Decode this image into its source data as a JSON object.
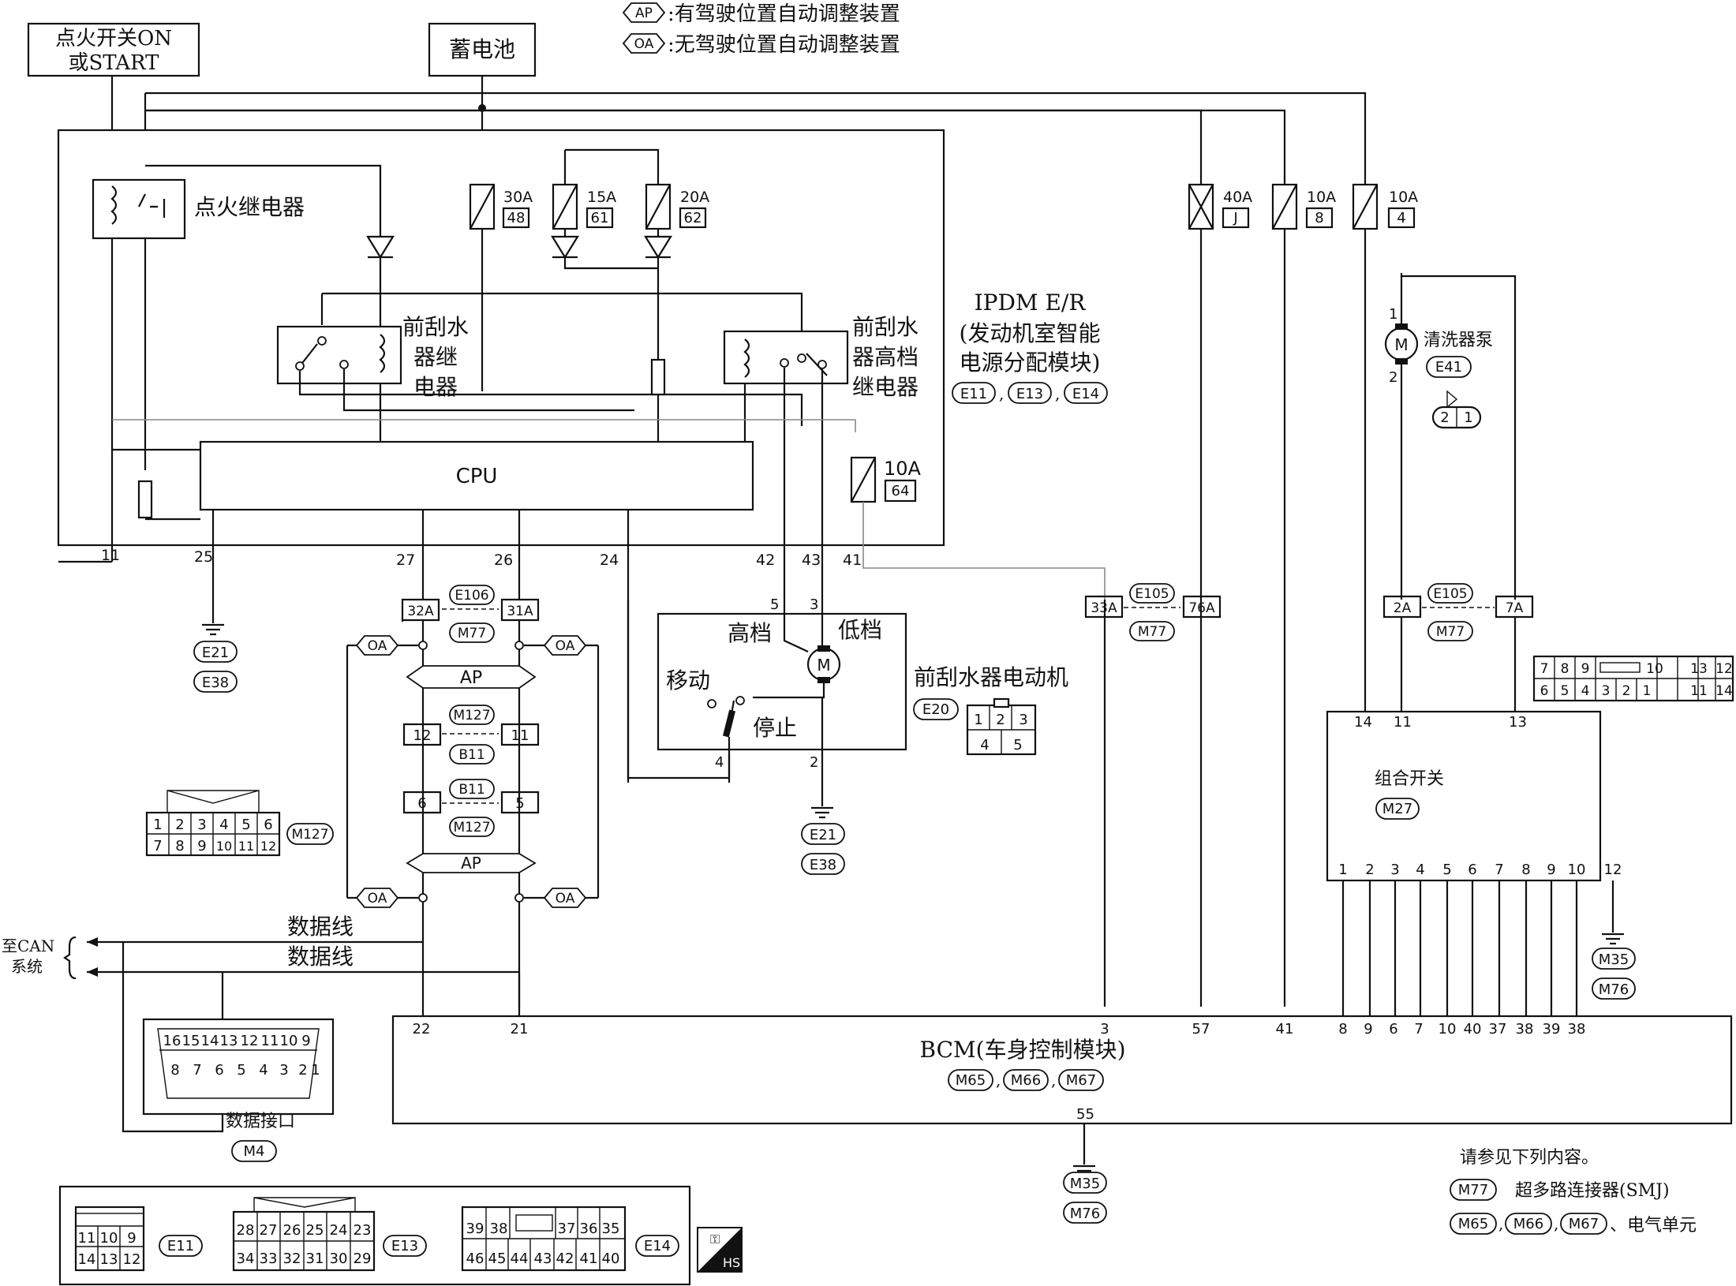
{
  "legend": {
    "ap_tag": "AP",
    "ap_text": ":有驾驶位置自动调整装置",
    "oa_tag": "OA",
    "oa_text": ":无驾驶位置自动调整装置"
  },
  "sources": {
    "ignition_line1": "点火开关ON",
    "ignition_line2": "或START",
    "battery": "蓄电池"
  },
  "ipdm": {
    "title1": "IPDM E/R",
    "title2": "(发动机室智能",
    "title3": "电源分配模块)",
    "connectors": [
      "E11",
      "E13",
      "E14"
    ],
    "ignition_relay": "点火继电器",
    "wiper_relay": [
      "前刮水",
      "器继",
      "电器"
    ],
    "wiper_high_relay": [
      "前刮水",
      "器高档",
      "继电器"
    ],
    "cpu": "CPU",
    "fuses": [
      {
        "amp": "30A",
        "num": "48"
      },
      {
        "amp": "15A",
        "num": "61"
      },
      {
        "amp": "20A",
        "num": "62"
      },
      {
        "amp": "10A",
        "num": "64"
      }
    ],
    "pins": [
      "11",
      "25",
      "27",
      "26",
      "24",
      "42",
      "43",
      "41"
    ]
  },
  "external_fuses": [
    {
      "amp": "40A",
      "num": "J"
    },
    {
      "amp": "10A",
      "num": "8"
    },
    {
      "amp": "10A",
      "num": "4"
    }
  ],
  "grounds": {
    "g1": [
      "E21",
      "E38"
    ],
    "g2": [
      "E21",
      "E38"
    ],
    "g3": [
      "M35",
      "M76"
    ],
    "g4": [
      "M35",
      "M76"
    ]
  },
  "connectors": {
    "e106": "E106",
    "m77": "M77",
    "e105": "E105",
    "m127": "M127",
    "b11": "B11",
    "pins": {
      "p32a": "32A",
      "p31a": "31A",
      "p33a": "33A",
      "p76a": "76A",
      "p2a": "2A",
      "p7a": "7A",
      "p12": "12",
      "p11": "11",
      "p6": "6",
      "p5": "5"
    },
    "oa": "OA",
    "ap": "AP"
  },
  "motor": {
    "title": "前刮水器电动机",
    "conn": "E20",
    "high": "高档",
    "low": "低档",
    "move": "移动",
    "stop": "停止",
    "m": "M",
    "pins": [
      "5",
      "3",
      "4",
      "2"
    ],
    "connector_pins": [
      "1",
      "2",
      "3",
      "4",
      "5"
    ]
  },
  "washer": {
    "title": "清洗器泵",
    "conn": "E41",
    "m": "M",
    "pins": [
      "1",
      "2"
    ],
    "connector_pins": [
      "2",
      "1"
    ]
  },
  "combo": {
    "title": "组合开关",
    "conn": "M27",
    "top_pins": [
      "14",
      "11",
      "13"
    ],
    "bottom_pins": [
      "1",
      "2",
      "3",
      "4",
      "5",
      "6",
      "7",
      "8",
      "9",
      "10",
      "12"
    ],
    "connector_top": [
      "7",
      "8",
      "9",
      "10",
      "13",
      "12"
    ],
    "connector_bottom": [
      "6",
      "5",
      "4",
      "3",
      "2",
      "1",
      "11",
      "14"
    ]
  },
  "can": {
    "data_line1": "数据线",
    "data_line2": "数据线",
    "label1": "至CAN",
    "label2": "系统"
  },
  "dlc": {
    "title": "数据接口",
    "conn": "M4",
    "top": [
      "16",
      "15",
      "14",
      "13",
      "12",
      "11",
      "10",
      "9"
    ],
    "bottom": [
      "8",
      "7",
      "6",
      "5",
      "4",
      "3",
      "2",
      "1"
    ]
  },
  "m127_connector": {
    "conn": "M127",
    "top": [
      "1",
      "2",
      "3",
      "4",
      "5",
      "6"
    ],
    "bottom": [
      "7",
      "8",
      "9",
      "10",
      "11",
      "12"
    ]
  },
  "bcm": {
    "title": "BCM(车身控制模块)",
    "conns": [
      "M65",
      "M66",
      "M67"
    ],
    "pins_top": [
      "22",
      "21",
      "3",
      "57",
      "41",
      "8",
      "9",
      "6",
      "7",
      "10",
      "40",
      "37",
      "38",
      "39",
      "38"
    ],
    "pin_bottom": "55"
  },
  "ref": {
    "title": "请参见下列内容。",
    "smj_conn": "M77",
    "smj_text": "超多路连接器(SMJ)",
    "units": [
      "M65",
      "M66",
      "M67"
    ],
    "unit_text": "、电气单元"
  },
  "bottom_connectors": {
    "e11": {
      "name": "E11",
      "top": [
        "11",
        "10",
        "9"
      ],
      "bottom": [
        "14",
        "13",
        "12"
      ]
    },
    "e13": {
      "name": "E13",
      "top": [
        "28",
        "27",
        "26",
        "25",
        "24",
        "23"
      ],
      "bottom": [
        "34",
        "33",
        "32",
        "31",
        "30",
        "29"
      ]
    },
    "e14": {
      "name": "E14",
      "top": [
        "39",
        "38",
        "37",
        "36",
        "35"
      ],
      "bottom": [
        "46",
        "45",
        "44",
        "43",
        "42",
        "41",
        "40"
      ]
    },
    "hs": "HS"
  }
}
